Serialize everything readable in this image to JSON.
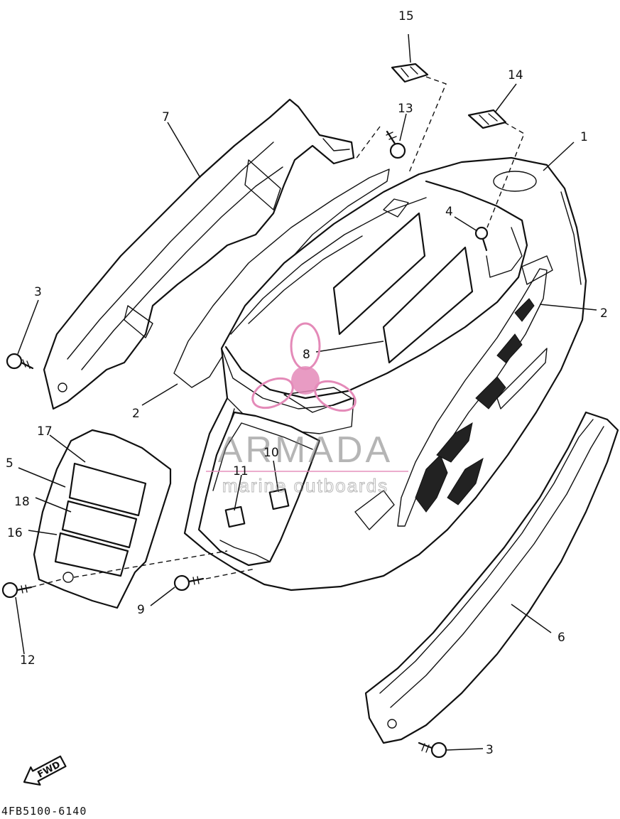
{
  "callouts": {
    "c1": "1",
    "c2a": "2",
    "c2b": "2",
    "c3a": "3",
    "c3b": "3",
    "c4": "4",
    "c5": "5",
    "c6": "6",
    "c7": "7",
    "c8": "8",
    "c9": "9",
    "c10": "10",
    "c11": "11",
    "c12": "12",
    "c13": "13",
    "c14": "14",
    "c15": "15",
    "c16": "16",
    "c17": "17",
    "c18": "18"
  },
  "diagram_code": "4FB5100-6140",
  "fwd_label": "FWD",
  "watermark": {
    "title": "ARMADA",
    "subtitle": "marine outboards",
    "accent_color": "#e48ab8",
    "text_color": "#8a8a8a"
  },
  "icons": [
    "propeller-logo-icon",
    "fwd-arrow-icon"
  ]
}
